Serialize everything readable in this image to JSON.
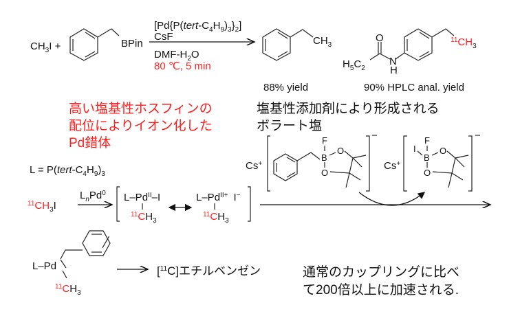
{
  "reaction": {
    "reagent_ch3i": "CH",
    "reagent_ch3i_sub": "3",
    "reagent_ch3i_tail": "I +",
    "bpin": "BPin",
    "catalyst": [
      "[Pd{P(",
      "tert",
      "-C",
      "4",
      "H",
      "9",
      ")",
      "3",
      "}",
      "2",
      "]"
    ],
    "base": "CsF",
    "solvent": [
      "DMF-H",
      "2",
      "O"
    ],
    "conditions": "80 ℃, 5 min",
    "product1_ch3": [
      "CH",
      "3"
    ],
    "product1_yield": "88% yield",
    "product2": {
      "o": "O",
      "n": "N",
      "h": "H",
      "ethyl": [
        "H",
        "5",
        "C",
        "2"
      ],
      "label_iso": "11",
      "label_ch": "CH",
      "label_sub": "3"
    },
    "product2_yield": "90% HPLC anal. yield"
  },
  "notes": {
    "red_note": [
      "高い塩基性ホスフィンの",
      "配位によりイオン化した",
      "Pd錯体"
    ],
    "borate_note": [
      "塩基性添加剤により形成される",
      "ボラート塩"
    ],
    "conclusion": [
      "通常のカップリングに比べ",
      "て200倍以上に加速される."
    ]
  },
  "ligand_def": [
    "L = P(",
    "tert",
    "-C",
    "4",
    "H",
    "9",
    ")",
    "3"
  ],
  "mechanism": {
    "start": [
      "11",
      "CH",
      "3",
      "I"
    ],
    "arrow_label": [
      "L",
      "n",
      "Pd",
      "0"
    ],
    "complex1": [
      "L",
      "–Pd",
      "II",
      "–I"
    ],
    "complex2": [
      "L",
      "–Pd",
      "II+",
      "I",
      "−"
    ],
    "methyl": [
      "11",
      "C",
      "H",
      "3"
    ],
    "cs": [
      "Cs",
      "+"
    ],
    "charge": "−",
    "borate1_atoms": [
      "F",
      "B",
      "O",
      "O"
    ],
    "borate2_atoms": [
      "I",
      "F",
      "B",
      "O",
      "O"
    ],
    "intermediate_l_pd": "L–Pd",
    "final_product": [
      "[",
      "11",
      "C]エチルベンゼン"
    ]
  },
  "colors": {
    "text": "#111111",
    "accent_red": "#ff1f1f"
  }
}
